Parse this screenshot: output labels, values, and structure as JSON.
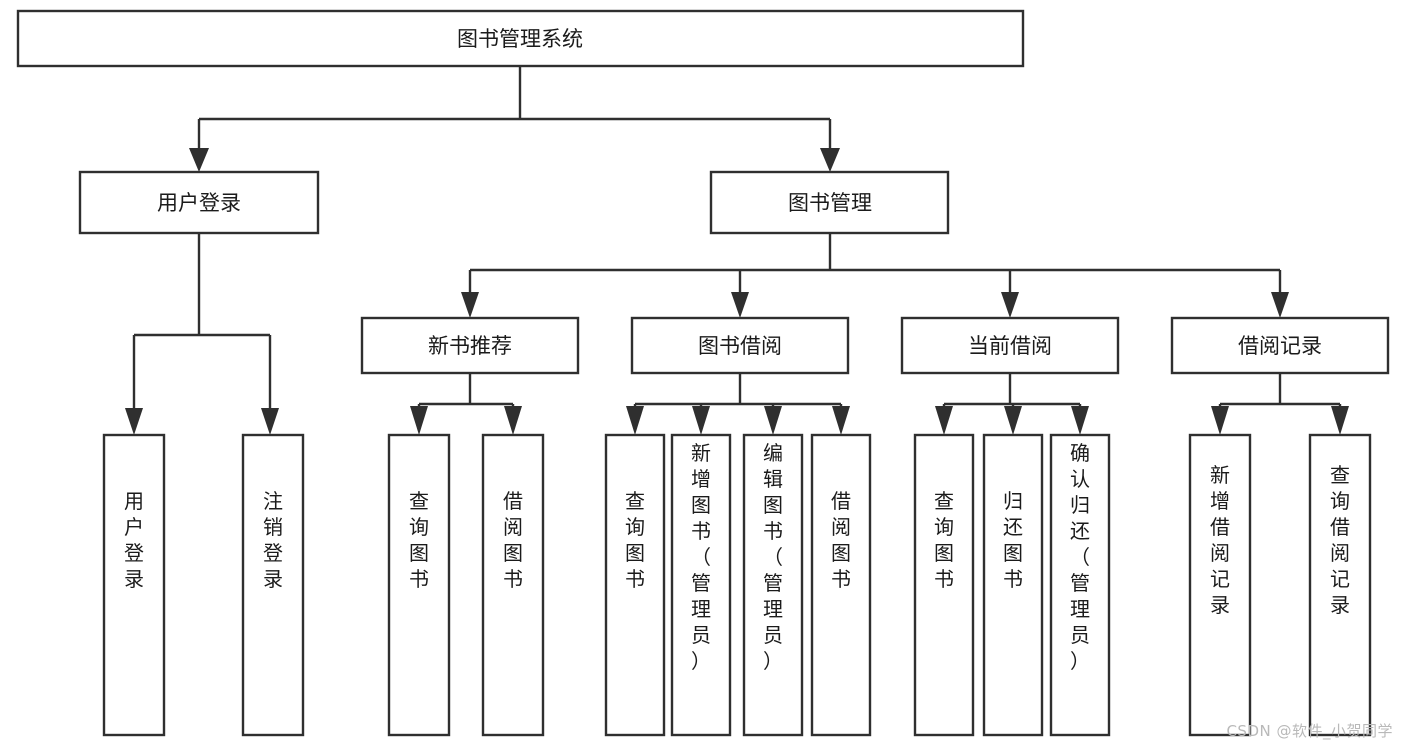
{
  "diagram": {
    "type": "hierarchy-tree",
    "orientation": "top-down",
    "root": {
      "id": "root",
      "label": "图书管理系统",
      "level": 0,
      "text_direction": "horizontal"
    },
    "level1": [
      {
        "id": "user-login",
        "label": "用户登录",
        "level": 1,
        "text_direction": "horizontal"
      },
      {
        "id": "book-management",
        "label": "图书管理",
        "level": 1,
        "text_direction": "horizontal"
      }
    ],
    "level2": [
      {
        "id": "new-book-recommend",
        "label": "新书推荐",
        "level": 2,
        "parent": "book-management",
        "text_direction": "horizontal"
      },
      {
        "id": "book-borrow",
        "label": "图书借阅",
        "level": 2,
        "parent": "book-management",
        "text_direction": "horizontal"
      },
      {
        "id": "current-borrow",
        "label": "当前借阅",
        "level": 2,
        "parent": "book-management",
        "text_direction": "horizontal"
      },
      {
        "id": "borrow-record",
        "label": "借阅记录",
        "level": 2,
        "parent": "book-management",
        "text_direction": "horizontal"
      }
    ],
    "leaves": [
      {
        "id": "leaf-user-login",
        "label": "用户登录",
        "parent": "user-login",
        "text_direction": "vertical"
      },
      {
        "id": "leaf-user-logout",
        "label": "注销登录",
        "parent": "user-login",
        "text_direction": "vertical"
      },
      {
        "id": "leaf-query-book-1",
        "label": "查询图书",
        "parent": "new-book-recommend",
        "text_direction": "vertical"
      },
      {
        "id": "leaf-borrow-book-1",
        "label": "借阅图书",
        "parent": "new-book-recommend",
        "text_direction": "vertical"
      },
      {
        "id": "leaf-query-book-2",
        "label": "查询图书",
        "parent": "book-borrow",
        "text_direction": "vertical"
      },
      {
        "id": "leaf-add-book",
        "label": "新增图书（管理员）",
        "parent": "book-borrow",
        "text_direction": "vertical"
      },
      {
        "id": "leaf-edit-book",
        "label": "编辑图书（管理员）",
        "parent": "book-borrow",
        "text_direction": "vertical"
      },
      {
        "id": "leaf-borrow-book-2",
        "label": "借阅图书",
        "parent": "book-borrow",
        "text_direction": "vertical"
      },
      {
        "id": "leaf-query-book-3",
        "label": "查询图书",
        "parent": "current-borrow",
        "text_direction": "vertical"
      },
      {
        "id": "leaf-return-book",
        "label": "归还图书",
        "parent": "current-borrow",
        "text_direction": "vertical"
      },
      {
        "id": "leaf-confirm-return",
        "label": "确认归还（管理员）",
        "parent": "current-borrow",
        "text_direction": "vertical"
      },
      {
        "id": "leaf-add-record",
        "label": "新增借阅记录",
        "parent": "borrow-record",
        "text_direction": "vertical"
      },
      {
        "id": "leaf-query-record",
        "label": "查询借阅记录",
        "parent": "borrow-record",
        "text_direction": "vertical"
      }
    ]
  },
  "watermark": {
    "text": "CSDN @软件_小贺同学"
  },
  "colors": {
    "box_stroke": "#2f2f2f",
    "box_fill": "#ffffff",
    "text": "#1b1b1b",
    "connector": "#2f2f2f",
    "background": "#ffffff",
    "watermark": "#b9b9b9"
  }
}
